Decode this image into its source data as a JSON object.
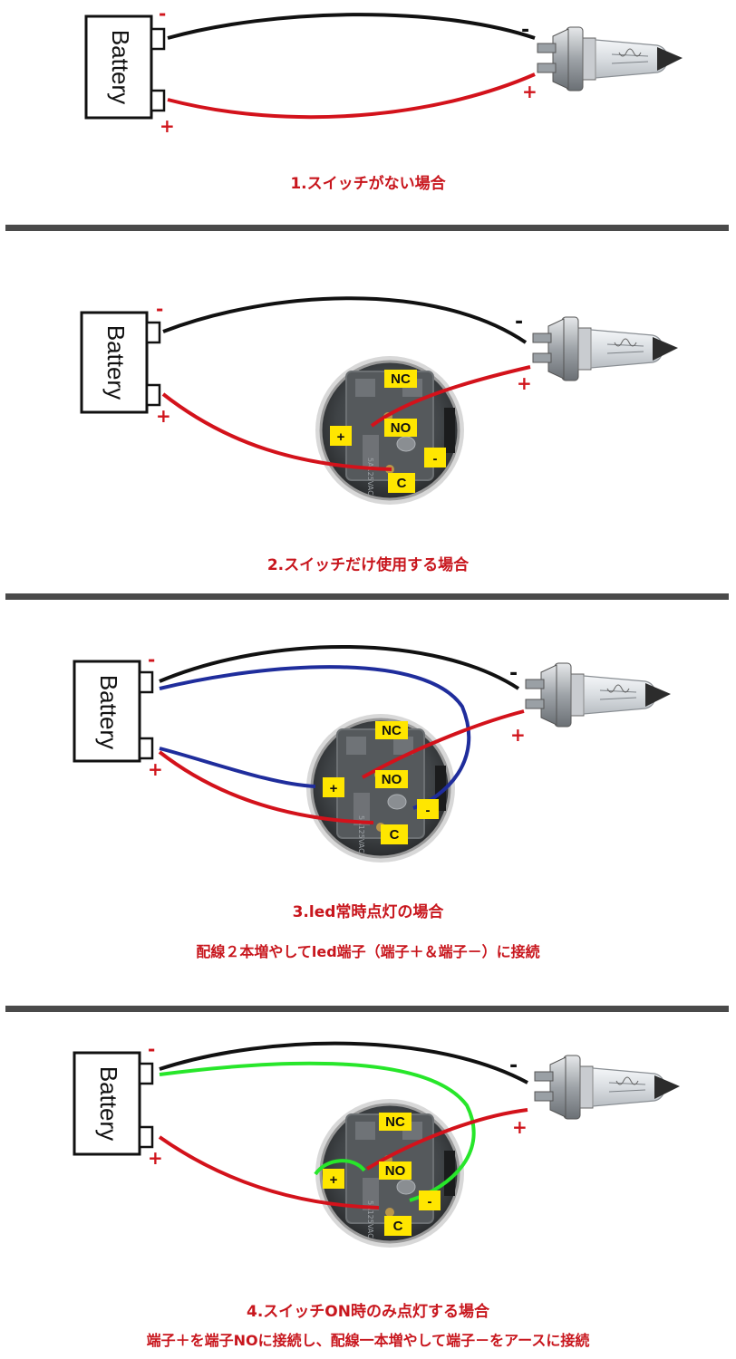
{
  "battery_label": "Battery",
  "sign_minus": "-",
  "sign_plus": "+",
  "terminals": {
    "nc": "NC",
    "no": "NO",
    "plus": "+",
    "minus": "-",
    "c": "C"
  },
  "sections": [
    {
      "caption": "1.スイッチがない場合"
    },
    {
      "caption": "2.スイッチだけ使用する場合"
    },
    {
      "caption": "3.led常時点灯の場合",
      "note": "配線２本増やしてled端子（端子＋＆端子－）に接続"
    },
    {
      "caption": "4.スイッチON時のみ点灯する場合",
      "note": "端子＋を端子NOに接続し、配線一本増やして端子－をアースに接続"
    }
  ],
  "colors": {
    "wire_black": "#111111",
    "wire_red": "#d3121b",
    "wire_blue": "#1f2d9c",
    "wire_green": "#27e62a",
    "label_yellow": "#ffe600",
    "caption_red": "#c8161d"
  }
}
